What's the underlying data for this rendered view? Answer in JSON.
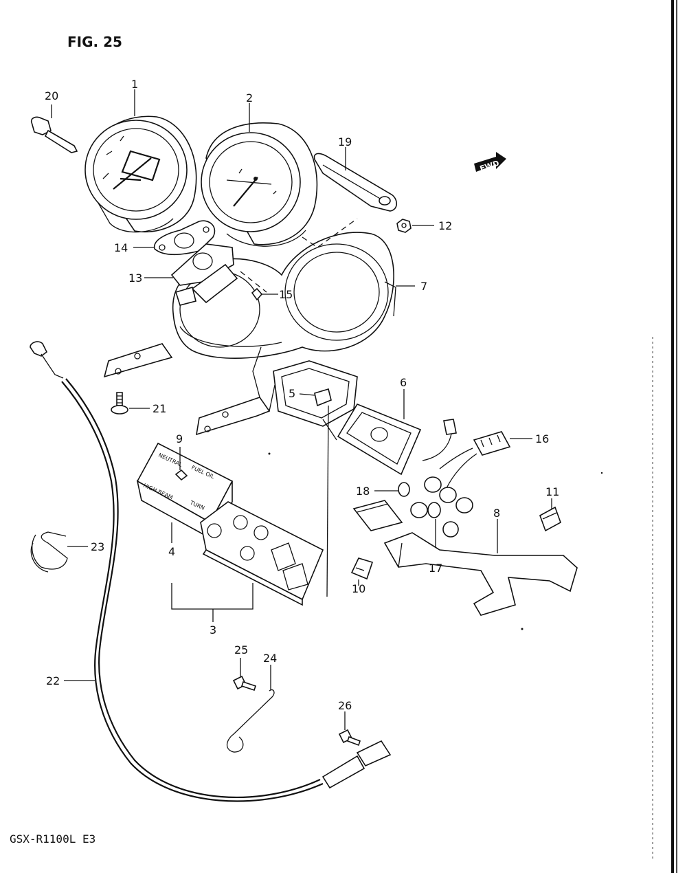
{
  "figure": {
    "title": "FIG. 25",
    "model_code": "GSX-R1100L E3",
    "fwd_marker": "FWD"
  },
  "indicator_labels": {
    "neutral": "NEUTRAL",
    "fuel_oil": "FUEL OIL",
    "high_beam": "HIGH BEAM",
    "turn": "TURN"
  },
  "callouts": [
    {
      "id": "1",
      "text": "1"
    },
    {
      "id": "2",
      "text": "2"
    },
    {
      "id": "3",
      "text": "3"
    },
    {
      "id": "4",
      "text": "4"
    },
    {
      "id": "5",
      "text": "5"
    },
    {
      "id": "6",
      "text": "6"
    },
    {
      "id": "7",
      "text": "7"
    },
    {
      "id": "8",
      "text": "8"
    },
    {
      "id": "9",
      "text": "9"
    },
    {
      "id": "10",
      "text": "10"
    },
    {
      "id": "11",
      "text": "11"
    },
    {
      "id": "12",
      "text": "12"
    },
    {
      "id": "13",
      "text": "13"
    },
    {
      "id": "14",
      "text": "14"
    },
    {
      "id": "15",
      "text": "15"
    },
    {
      "id": "16",
      "text": "16"
    },
    {
      "id": "17",
      "text": "17"
    },
    {
      "id": "18",
      "text": "18"
    },
    {
      "id": "19",
      "text": "19"
    },
    {
      "id": "20",
      "text": "20"
    },
    {
      "id": "21",
      "text": "21"
    },
    {
      "id": "22",
      "text": "22"
    },
    {
      "id": "23",
      "text": "23"
    },
    {
      "id": "24",
      "text": "24"
    },
    {
      "id": "25",
      "text": "25"
    },
    {
      "id": "26",
      "text": "26"
    }
  ]
}
